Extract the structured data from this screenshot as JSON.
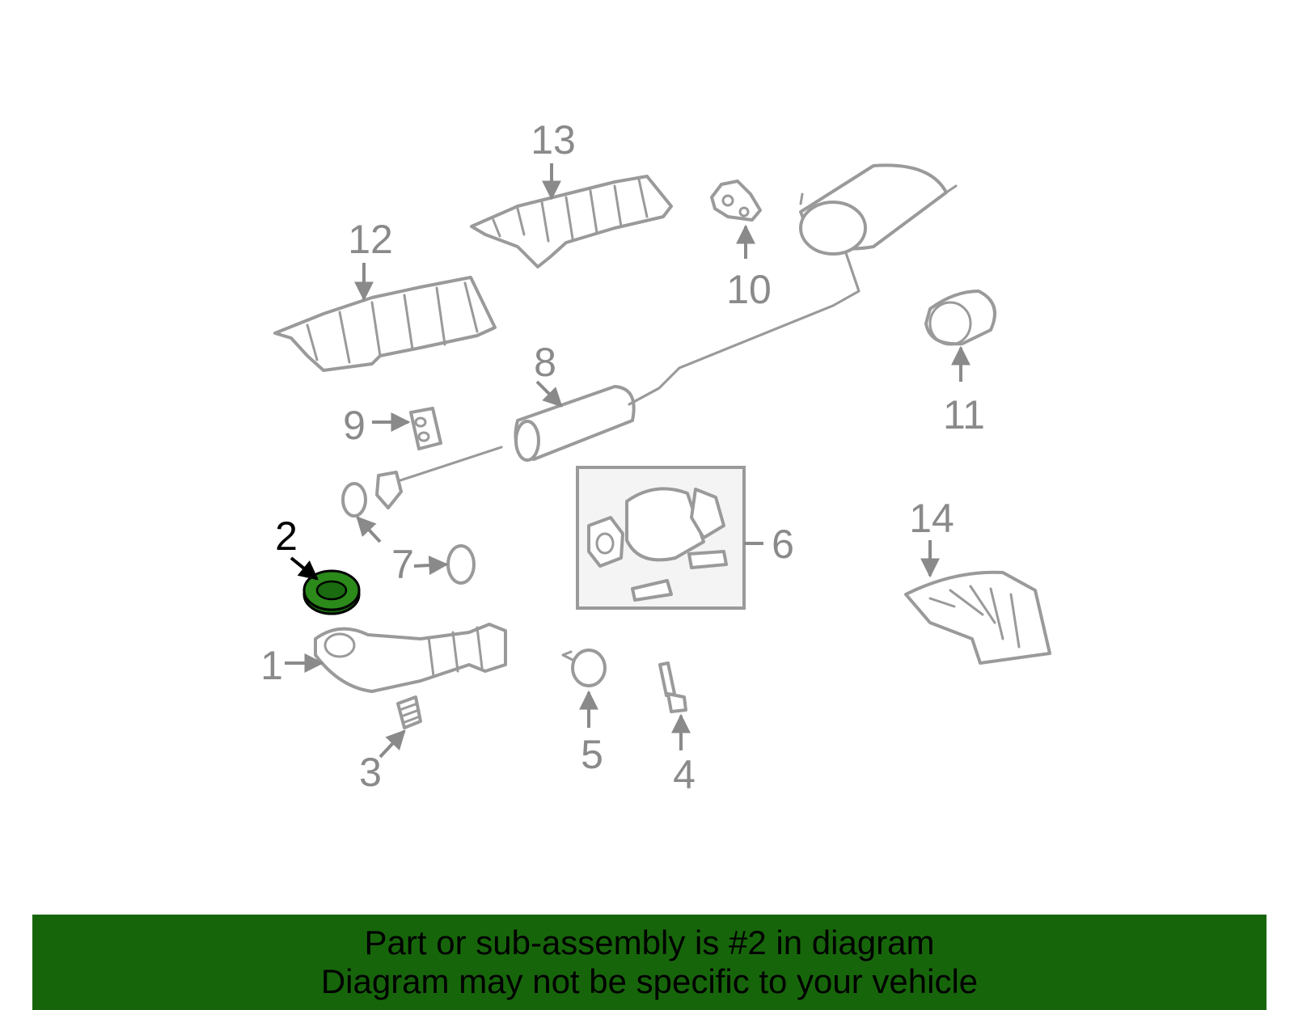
{
  "callouts": {
    "c1": "1",
    "c2": "2",
    "c3": "3",
    "c4": "4",
    "c5": "5",
    "c6": "6",
    "c7": "7",
    "c8": "8",
    "c9": "9",
    "c10": "10",
    "c11": "11",
    "c12": "12",
    "c13": "13",
    "c14": "14"
  },
  "highlight": {
    "part": "2",
    "color": "#1a6b10",
    "text_color": "#000000"
  },
  "banner": {
    "line1": "Part or sub-assembly is #2 in diagram",
    "line2": "Diagram may not be specific to your vehicle",
    "background": "#17650b"
  }
}
